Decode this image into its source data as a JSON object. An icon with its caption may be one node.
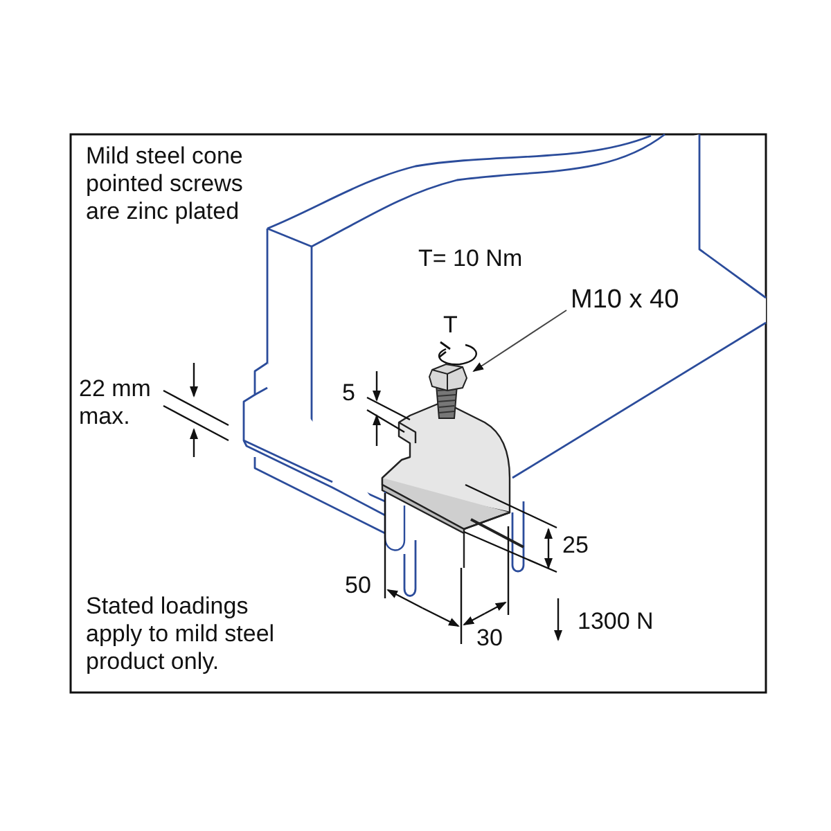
{
  "diagram": {
    "nodes": [
      {
        "text": [
          "M10 x 40"
        ]
      },
      {
        "text": [],
        "shape": "picture"
      }
    ],
    "edges": [
      {
        "from": 0,
        "to": 1,
        "arrow": "to"
      }
    ],
    "labels": [
      "Mild steel cone pointed screws are zinc plated",
      "T= 10 Nm",
      "T",
      "22 mm max.",
      "5",
      "25",
      "50",
      "30",
      "1300 N",
      "Stated loadings apply to mild steel product only."
    ]
  }
}
